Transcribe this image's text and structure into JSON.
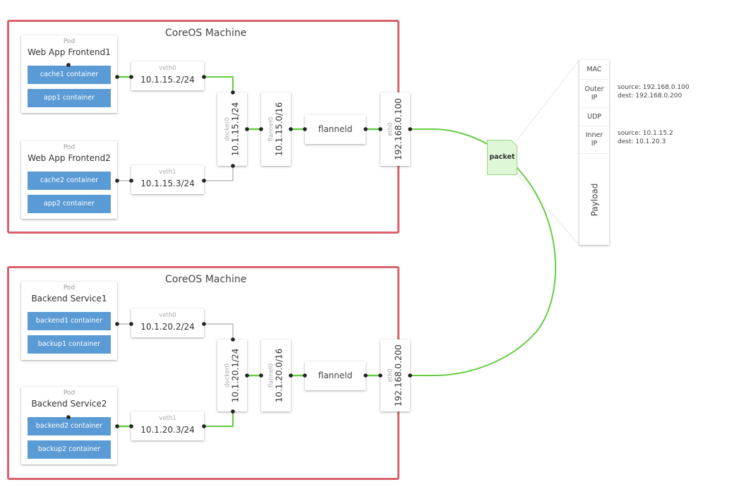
{
  "colors": {
    "machine_border": "#d9626d",
    "container_fill": "#5b9bd5",
    "active_link": "#66cc44",
    "inactive_link": "#999999",
    "packet_fill": "#dff7d6",
    "packet_border": "#8fd97a"
  },
  "machines": [
    {
      "title": "CoreOS Machine",
      "pods": [
        {
          "type_label": "Pod",
          "name": "Web App Frontend1",
          "containers": [
            "cache1 container",
            "app1 container"
          ]
        },
        {
          "type_label": "Pod",
          "name": "Web App Frontend2",
          "containers": [
            "cache2 container",
            "app2 container"
          ]
        }
      ],
      "veths": [
        {
          "label": "veth0",
          "ip": "10.1.15.2/24"
        },
        {
          "label": "veth1",
          "ip": "10.1.15.3/24"
        }
      ],
      "docker0": {
        "label": "docker0",
        "ip": "10.1.15.1/24"
      },
      "flannel0": {
        "label": "flannel0",
        "ip": "10.1.15.0/16"
      },
      "flanneld": {
        "label": "flanneld"
      },
      "eth0": {
        "label": "eth0",
        "ip": "192.168.0.100"
      }
    },
    {
      "title": "CoreOS Machine",
      "pods": [
        {
          "type_label": "Pod",
          "name": "Backend Service1",
          "containers": [
            "backend1 container",
            "backup1 container"
          ]
        },
        {
          "type_label": "Pod",
          "name": "Backend Service2",
          "containers": [
            "backend2 container",
            "backup2 container"
          ]
        }
      ],
      "veths": [
        {
          "label": "veth0",
          "ip": "10.1.20.2/24"
        },
        {
          "label": "veth1",
          "ip": "10.1.20.3/24"
        }
      ],
      "docker0": {
        "label": "docker0",
        "ip": "10.1.20.1/24"
      },
      "flannel0": {
        "label": "flannel0",
        "ip": "10.1.20.0/16"
      },
      "flanneld": {
        "label": "flanneld"
      },
      "eth0": {
        "label": "eth0",
        "ip": "192.168.0.200"
      }
    }
  ],
  "packet": {
    "label": "packet",
    "segments": [
      {
        "label": "MAC"
      },
      {
        "label": "Outer IP",
        "line1": "Outer",
        "line2": "IP",
        "source": "source: 192.168.0.100",
        "dest": "dest: 192.168.0.200"
      },
      {
        "label": "UDP"
      },
      {
        "label": "Inner IP",
        "line1": "Inner",
        "line2": "IP",
        "source": "source: 10.1.15.2",
        "dest": "dest: 10.1.20.3"
      },
      {
        "label": "Payload"
      }
    ]
  }
}
